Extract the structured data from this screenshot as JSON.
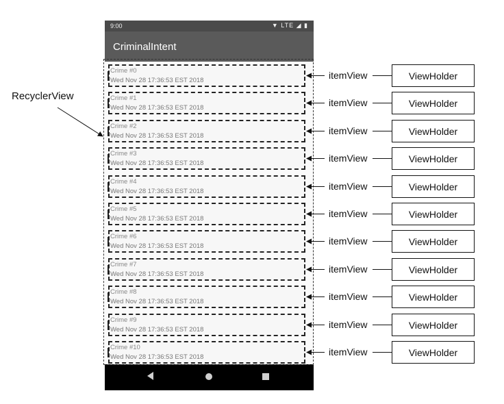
{
  "phone": {
    "status_time": "9:00",
    "status_icons": "▼ LTE ◢ ▮",
    "app_title": "CriminalIntent"
  },
  "items": [
    {
      "title": "Crime #0",
      "date": "Wed Nov 28 17:36:53 EST 2018"
    },
    {
      "title": "Crime #1",
      "date": "Wed Nov 28 17:36:53 EST 2018"
    },
    {
      "title": "Crime #2",
      "date": "Wed Nov 28 17:36:53 EST 2018"
    },
    {
      "title": "Crime #3",
      "date": "Wed Nov 28 17:36:53 EST 2018"
    },
    {
      "title": "Crime #4",
      "date": "Wed Nov 28 17:36:53 EST 2018"
    },
    {
      "title": "Crime #5",
      "date": "Wed Nov 28 17:36:53 EST 2018"
    },
    {
      "title": "Crime #6",
      "date": "Wed Nov 28 17:36:53 EST 2018"
    },
    {
      "title": "Crime #7",
      "date": "Wed Nov 28 17:36:53 EST 2018"
    },
    {
      "title": "Crime #8",
      "date": "Wed Nov 28 17:36:53 EST 2018"
    },
    {
      "title": "Crime #9",
      "date": "Wed Nov 28 17:36:53 EST 2018"
    },
    {
      "title": "Crime #10",
      "date": "Wed Nov 28 17:36:53 EST 2018"
    }
  ],
  "labels": {
    "recycler_view": "RecyclerView",
    "item_view": "itemView",
    "view_holder": "ViewHolder"
  },
  "icons": {
    "back": "back-icon",
    "home": "home-icon",
    "recent": "recent-apps-icon"
  }
}
